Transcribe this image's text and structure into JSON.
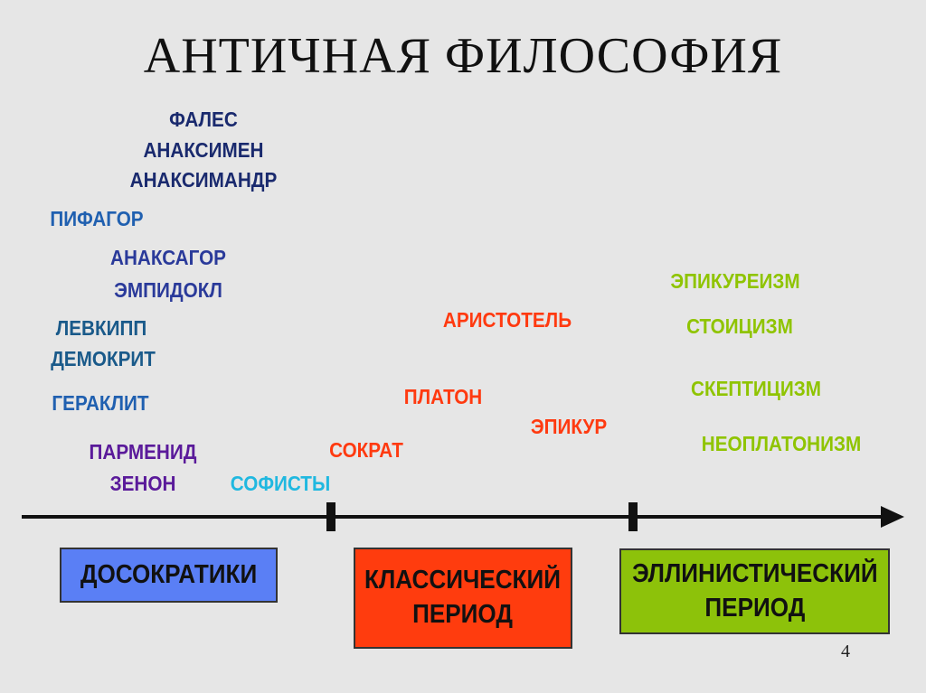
{
  "title": "АНТИЧНАЯ ФИЛОСОФИЯ",
  "colors": {
    "presocratic_dark": "#1a2a6e",
    "presocratic_blue": "#2060b0",
    "presocratic_indigo": "#2a3a9a",
    "presocratic_teal": "#1a5a8a",
    "presocratic_purple": "#5a1a9a",
    "sophists": "#20b8e0",
    "classical": "#ff3a10",
    "hellenistic": "#8fc400",
    "box_presocratic": "#5a7ff5",
    "box_classical": "#ff3c0e",
    "box_hellenistic": "#8dc20a"
  },
  "presocratics": {
    "thales": "ФАЛЕС",
    "anaximenes": "АНАКСИМЕН",
    "anaximander": "АНАКСИМАНДР",
    "pythagoras": "ПИФАГОР",
    "anaxagoras": "АНАКСАГОР",
    "empedocles": "ЭМПИДОКЛ",
    "leucippus": "ЛЕВКИПП",
    "democritus": "ДЕМОКРИТ",
    "heraclitus": "ГЕРАКЛИТ",
    "parmenides": "ПАРМЕНИД",
    "zeno": "ЗЕНОН",
    "sophists": "СОФИСТЫ"
  },
  "classical": {
    "socrates": "СОКРАТ",
    "plato": "ПЛАТОН",
    "aristotle": "АРИСТОТЕЛЬ",
    "epicurus": "ЭПИКУР"
  },
  "hellenistic": {
    "epicureanism": "ЭПИКУРЕИЗМ",
    "stoicism": "СТОИЦИЗМ",
    "skepticism": "СКЕПТИЦИЗМ",
    "neoplatonism": "НЕОПЛАТОНИЗМ"
  },
  "periods": {
    "presocratic": "ДОСОКРАТИКИ",
    "classical": "КЛАССИЧЕСКИЙ\nПЕРИОД",
    "hellenistic": "ЭЛЛИНИСТИЧЕСКИЙ\nПЕРИОД"
  },
  "page_number": "4"
}
